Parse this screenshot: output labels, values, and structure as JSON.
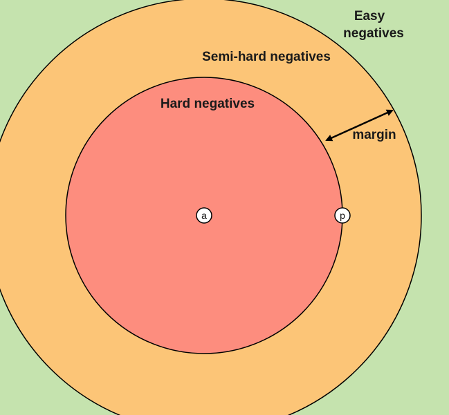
{
  "diagram": {
    "labels": {
      "easy_line1": "Easy",
      "easy_line2": "negatives",
      "semi_hard": "Semi-hard negatives",
      "hard": "Hard negatives",
      "margin": "margin"
    },
    "points": {
      "anchor": "a",
      "positive": "p"
    },
    "colors": {
      "background": "#c5e3ae",
      "outer_region": "#fcc577",
      "inner_region": "#fd8d7e",
      "stroke": "#000000",
      "point_fill": "#ffffff"
    }
  }
}
